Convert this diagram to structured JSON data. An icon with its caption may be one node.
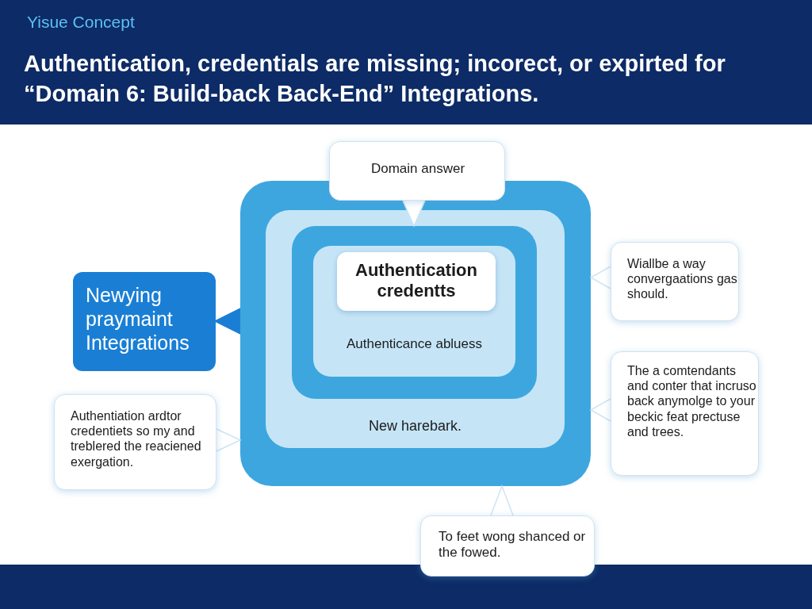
{
  "diagram": {
    "title": "Authentication, credentials are missing; incorect, or expirted for “Domain 6: Build-back Back-End” Integrations.",
    "nodes": [
      {
        "text": [
          "Domain answer"
        ]
      },
      {
        "text": [],
        "shape": "box"
      },
      {
        "text": [
          "New harebark."
        ],
        "in": 1
      },
      {
        "text": [],
        "shape": "box",
        "in": 2
      },
      {
        "text": [
          "Authenticance abluess"
        ],
        "in": 3
      },
      {
        "text": [
          "Authentication credentts"
        ],
        "in": 4
      },
      {
        "text": [
          "Newying praymaint Integrations"
        ]
      },
      {
        "text": [
          "Wiallbe a way convergaations gas should."
        ]
      },
      {
        "text": [
          "Authentiation ardtor credentiets so my and treblered the reaciened exergation."
        ]
      },
      {
        "text": [
          "The a comtendants and conter that incruso back anymolge to your beckic feat prectuse and trees."
        ]
      },
      {
        "text": [
          "To feet wong shanced or the fowed."
        ]
      }
    ],
    "edges": [
      {
        "from": 0,
        "to": 3,
        "arrow": "to"
      },
      {
        "from": 6,
        "to": 1,
        "arrow": "to",
        "style": "thick",
        "color": "#1a7fd4"
      },
      {
        "from": 7,
        "to": 1,
        "arrow": "to"
      },
      {
        "from": 8,
        "to": 1,
        "arrow": "to"
      },
      {
        "from": 9,
        "to": 1,
        "arrow": "to"
      },
      {
        "from": 10,
        "to": 1,
        "arrow": "to"
      }
    ],
    "labels": [
      "Yisue Concept"
    ]
  }
}
